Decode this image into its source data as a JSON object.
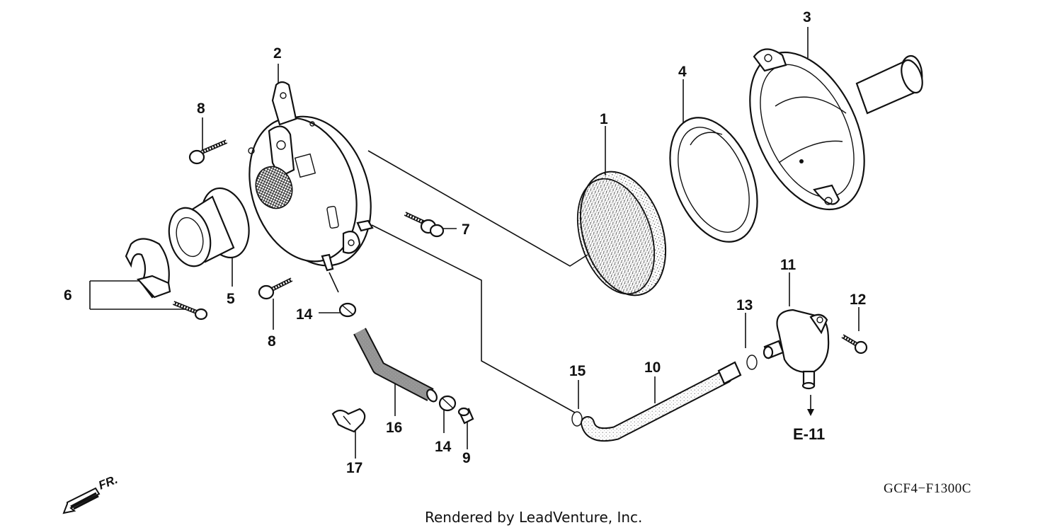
{
  "callouts": {
    "c1": "1",
    "c2": "2",
    "c3": "3",
    "c4": "4",
    "c5": "5",
    "c6": "6",
    "c7": "7",
    "c8a": "8",
    "c8b": "8",
    "c9": "9",
    "c10": "10",
    "c11": "11",
    "c12": "12",
    "c13": "13",
    "c14a": "14",
    "c14b": "14",
    "c15": "15",
    "c16": "16",
    "c17": "17"
  },
  "reference": "E-11",
  "diagram_code": "GCF4−F1300C",
  "direction_label": "FR.",
  "credit": "Rendered by LeadVenture, Inc."
}
